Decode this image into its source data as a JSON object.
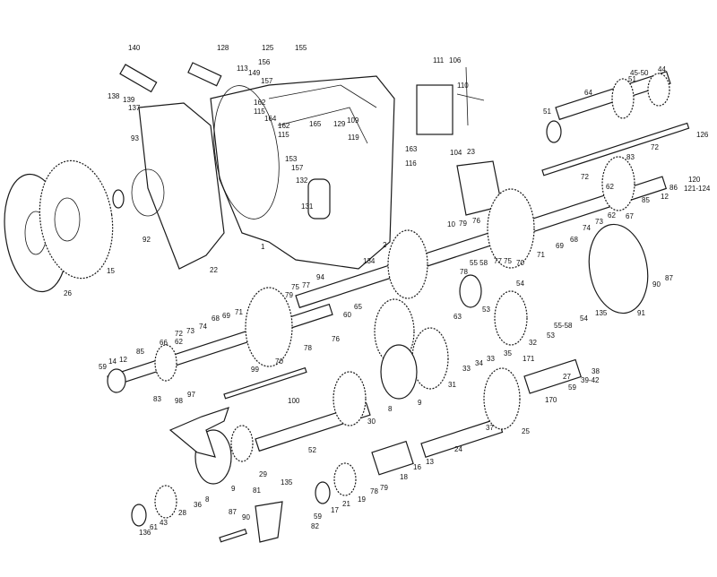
{
  "diagram": {
    "type": "exploded-parts-view",
    "line_color": "#1a1a1a",
    "background": "#ffffff"
  },
  "labels": [
    "140",
    "138",
    "139",
    "137",
    "128",
    "113",
    "149",
    "125",
    "155",
    "156",
    "157",
    "162",
    "115",
    "164",
    "162",
    "115",
    "165",
    "129",
    "109",
    "119",
    "153",
    "157",
    "132",
    "131",
    "93",
    "92",
    "1",
    "2",
    "134",
    "15",
    "22",
    "26",
    "163",
    "116",
    "111",
    "106",
    "110",
    "104",
    "23",
    "64",
    "51",
    "51",
    "45-50",
    "44",
    "126",
    "72",
    "83",
    "120",
    "62",
    "86",
    "121-124",
    "12",
    "85",
    "72",
    "67",
    "73",
    "62",
    "74",
    "68",
    "69",
    "71",
    "70",
    "75",
    "77",
    "55 58",
    "76",
    "79",
    "10",
    "78",
    "54",
    "53",
    "63",
    "135",
    "54",
    "55-58",
    "53",
    "91",
    "90",
    "87",
    "94",
    "77",
    "75",
    "79",
    "65",
    "76",
    "78",
    "60",
    "68",
    "69",
    "71",
    "74",
    "73",
    "72",
    "62",
    "66",
    "85",
    "12",
    "14",
    "59",
    "83",
    "70",
    "99",
    "100",
    "97",
    "98",
    "30",
    "52",
    "29",
    "8",
    "9",
    "31",
    "24",
    "16",
    "13",
    "18",
    "79",
    "78",
    "19",
    "21",
    "17",
    "59",
    "82",
    "135",
    "81",
    "90",
    "87",
    "136",
    "61",
    "43",
    "28",
    "36",
    "8",
    "9",
    "32",
    "35",
    "33",
    "34",
    "33",
    "171",
    "38",
    "27",
    "59",
    "39-42",
    "170",
    "37",
    "25"
  ]
}
